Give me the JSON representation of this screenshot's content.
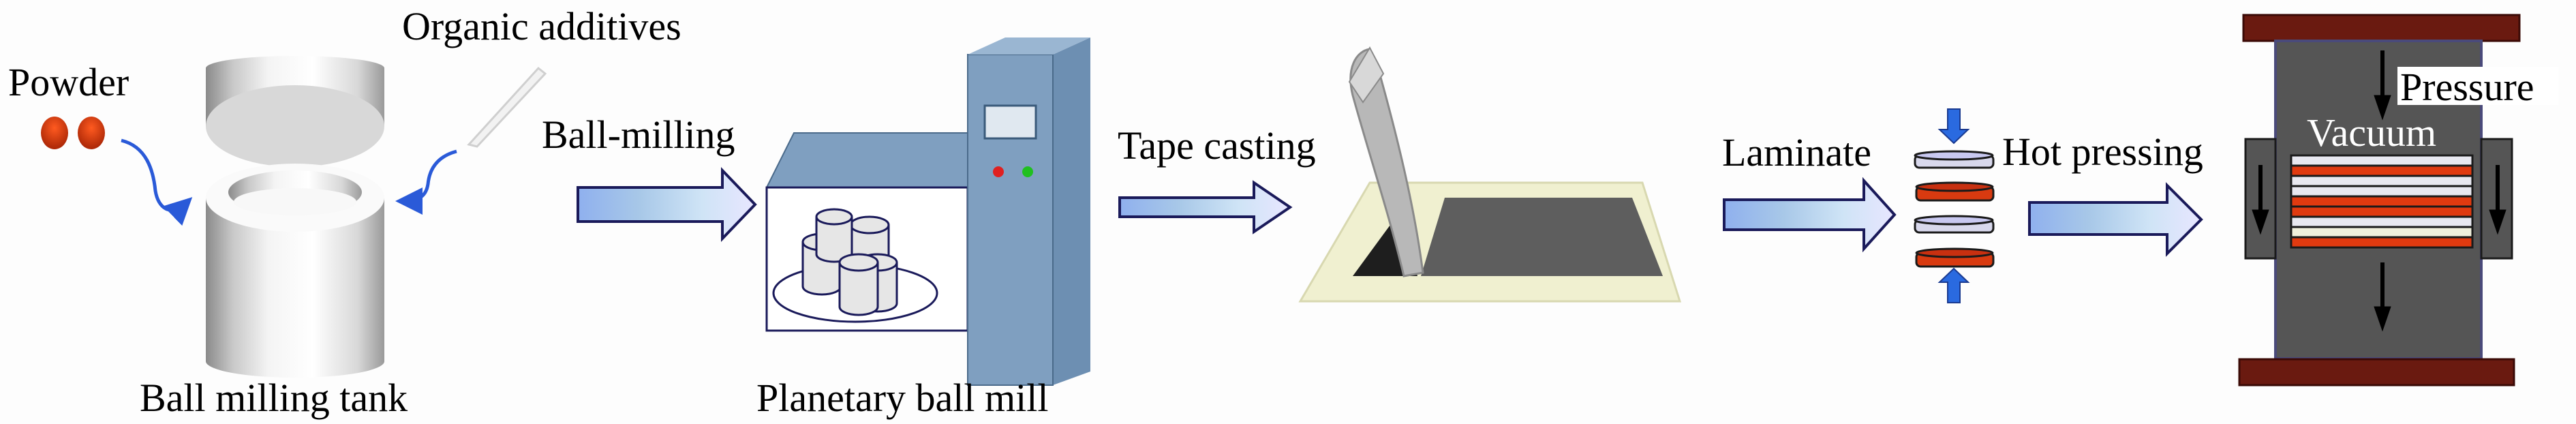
{
  "labels": {
    "powder": "Powder",
    "organic_additives": "Organic additives",
    "ball_milling_tank": "Ball milling tank",
    "ball_milling": "Ball-milling",
    "planetary_ball_mill": "Planetary ball mill",
    "tape_casting": "Tape casting",
    "laminate": "Laminate",
    "hot_pressing": "Hot pressing",
    "pressure": "Pressure",
    "vacuum": "Vacuum"
  },
  "colors": {
    "powder_red": "#e03a10",
    "mill_blue": "#7f9fc0",
    "press_gray": "#555555",
    "press_plate": "#6a1a10",
    "tape_beige": "#f0f0d0",
    "layer_red": "#e03a10"
  },
  "laminate_layers": [
    "white",
    "red",
    "white",
    "white",
    "red",
    "red",
    "white",
    "cream",
    "red"
  ]
}
